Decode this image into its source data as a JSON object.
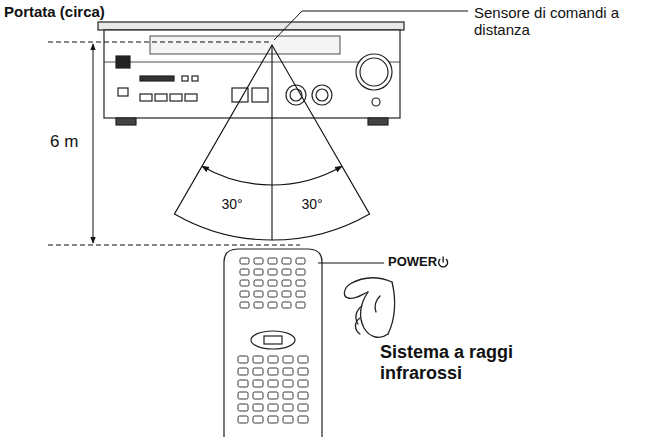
{
  "diagram": {
    "title": "Portata (circa)",
    "labels": [
      "Sensore di comandi a distanza",
      "6 m",
      "30°",
      "30°",
      "POWER",
      "Sistema a raggi infrarossi"
    ]
  }
}
